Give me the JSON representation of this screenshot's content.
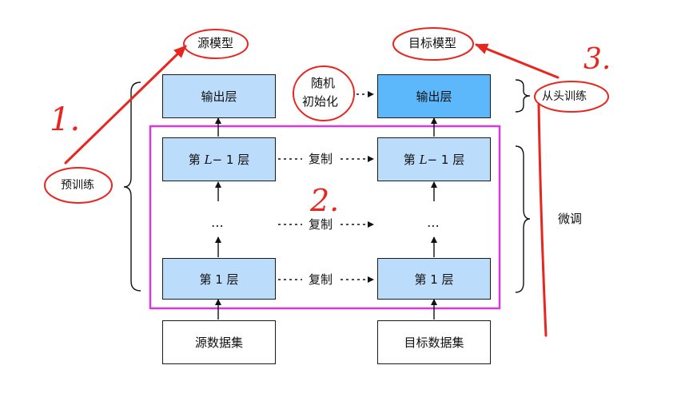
{
  "source_model": {
    "title": "源模型",
    "layers": {
      "output": "输出层",
      "top_prefix": "第",
      "top_var": "L",
      "top_rest": " − 1 层",
      "ellipsis": "⋯",
      "first": "第 1 层"
    },
    "dataset": "源数据集"
  },
  "target_model": {
    "title": "目标模型",
    "layers": {
      "output": "输出层",
      "top_prefix": "第",
      "top_var": "L",
      "top_rest": " − 1 层",
      "ellipsis": "⋯",
      "first": "第 1 层"
    },
    "dataset": "目标数据集"
  },
  "random_init": {
    "line1": "随机",
    "line2": "初始化"
  },
  "copy_labels": [
    "复制",
    "复制",
    "复制"
  ],
  "brace_labels": {
    "pretrain": "预训练",
    "train_from_scratch": "从头训练",
    "fine_tune": "微调"
  },
  "annotations": {
    "one": "1.",
    "two": "2.",
    "three": "3."
  },
  "colors": {
    "layer_fill": "#bcdcfb",
    "target_output_fill": "#5db8fb",
    "annotation_red": "#e8261f",
    "highlight_magenta": "#d63adf"
  }
}
